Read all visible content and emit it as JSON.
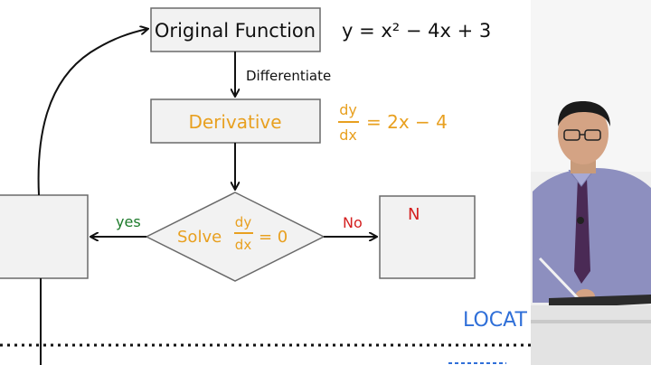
{
  "flowchart": {
    "nodes": {
      "original": {
        "label": "Original Function",
        "formula": "y = x² − 4x + 3"
      },
      "derivative": {
        "label": "Derivative",
        "formula_lhs_num": "dy",
        "formula_lhs_den": "dx",
        "formula_rhs": "= 2x − 4"
      },
      "decision": {
        "label": "Solve",
        "frac_num": "dy",
        "frac_den": "dx",
        "rhs": "= 0"
      },
      "no_box": {
        "label": "N"
      },
      "yes_box": {
        "label": ""
      }
    },
    "edges": {
      "differentiate": "Differentiate",
      "yes": "yes",
      "no": "No"
    }
  },
  "side_text": {
    "locate": "LOCAT"
  },
  "colors": {
    "ink": "#111111",
    "orange": "#e8a020",
    "green": "#1c7a2a",
    "red": "#d42020",
    "blue": "#2f6fd8",
    "box_fill": "#f2f2f2",
    "box_stroke": "#6a6a6a"
  }
}
